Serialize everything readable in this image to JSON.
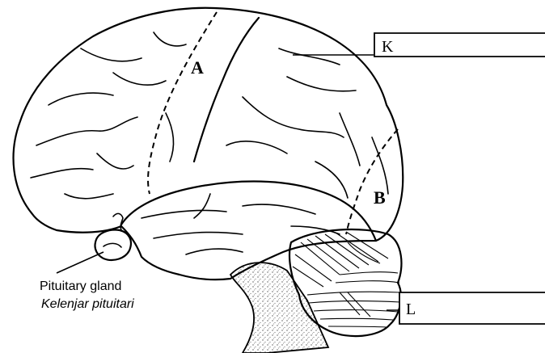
{
  "labels": {
    "region_a": "A",
    "region_b": "B",
    "box_k": "K",
    "box_l": "L"
  },
  "caption": {
    "english": "Pituitary gland",
    "malay": "Kelenjar pituitari"
  }
}
